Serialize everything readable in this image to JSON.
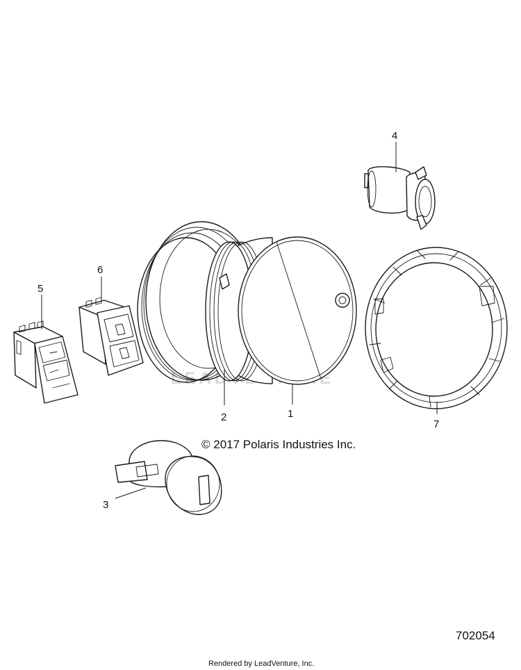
{
  "callouts": [
    {
      "id": "1",
      "label": "1"
    },
    {
      "id": "2",
      "label": "2"
    },
    {
      "id": "3",
      "label": "3"
    },
    {
      "id": "4",
      "label": "4"
    },
    {
      "id": "5",
      "label": "5"
    },
    {
      "id": "6",
      "label": "6"
    },
    {
      "id": "7",
      "label": "7"
    }
  ],
  "copyright": "© 2017 Polaris Industries Inc.",
  "watermark": "LEADVENTURE",
  "diagram_id": "702054",
  "footer": "Rendered by LeadVenture, Inc."
}
